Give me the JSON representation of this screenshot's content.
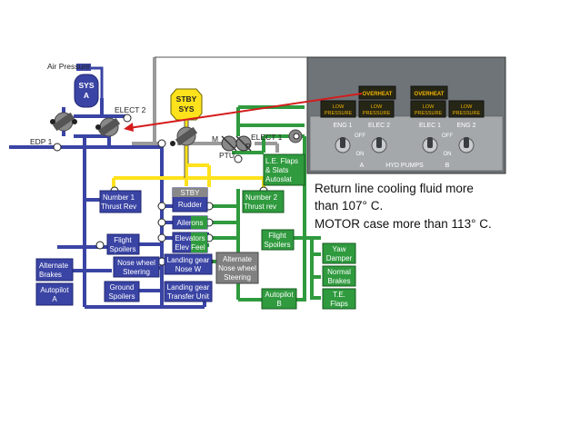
{
  "colors": {
    "sys_a": "#3a44a4",
    "sys_b": "#2f9a3e",
    "stby": "#ffe21c",
    "line_gray": "#9a9a9a",
    "panel_bg": "#6e7478",
    "light_off": "#262616",
    "light_amber": "#f2b400",
    "arrow_red": "#d41c1c"
  },
  "labels": {
    "air_pressure": "Air Pressure",
    "sys_a": [
      "SYS",
      "A"
    ],
    "stby_sys": [
      "STBY",
      "SYS"
    ],
    "elect2_left": "ELECT 2",
    "edp1": "EDP 1",
    "m": "M",
    "p": "P",
    "ptu": "PTU",
    "elect1": "ELECT 1",
    "le_flaps": [
      "L.E. Flaps",
      "& Slats",
      "Autoslat"
    ],
    "number1": [
      "Number 1",
      "Thrust Rev"
    ],
    "stby_rudder": [
      "STBY",
      "Rudder"
    ],
    "number2": [
      "Number 2",
      "Thrust rev"
    ],
    "ailerons": "Ailerons",
    "elevators": [
      "Elevators",
      "Elev Feel"
    ],
    "flight_spoilers_a": [
      "Flight",
      "Spoilers"
    ],
    "flight_spoilers_b": [
      "Flight",
      "Spoilers"
    ],
    "yaw_damper": [
      "Yaw",
      "Damper"
    ],
    "alternate_brakes": [
      "Alternate",
      "Brakes"
    ],
    "nose_wheel_steering": [
      "Nose wheel",
      "Steering"
    ],
    "landing_gear": [
      "Landing gear",
      "Nose W"
    ],
    "alt_nose_wheel": [
      "Alternate",
      "Nose wheel",
      "Steering"
    ],
    "normal_brakes": [
      "Normal",
      "Brakes"
    ],
    "autopilot_a": [
      "Autopilot",
      "A"
    ],
    "ground_spoilers": [
      "Ground",
      "Spoilers"
    ],
    "landing_gear_transfer": [
      "Landing gear",
      "Transfer Unit"
    ],
    "autopilot_b": [
      "Autopilot",
      "B"
    ],
    "te_flaps": [
      "T.E.",
      "Flaps"
    ]
  },
  "panel": {
    "overheat_left": "OVERHEAT",
    "overheat_right": "OVERHEAT",
    "low_pressure_lights": [
      [
        "LOW",
        "PRESSURE"
      ],
      [
        "LOW",
        "PRESSURE"
      ],
      [
        "LOW",
        "PRESSURE"
      ],
      [
        "LOW",
        "PRESSURE"
      ]
    ],
    "switch_labels": [
      "ENG 1",
      "ELEC 2",
      "ELEC 1",
      "ENG 2"
    ],
    "off_labels": [
      "OFF",
      "OFF"
    ],
    "on_labels": [
      "ON",
      "ON"
    ],
    "a_label": "A",
    "hyd_pumps": "HYD PUMPS",
    "b_label": "B"
  },
  "notes": [
    "Return line cooling fluid more",
    "than 107° C.",
    "MOTOR case more than 113° C."
  ]
}
